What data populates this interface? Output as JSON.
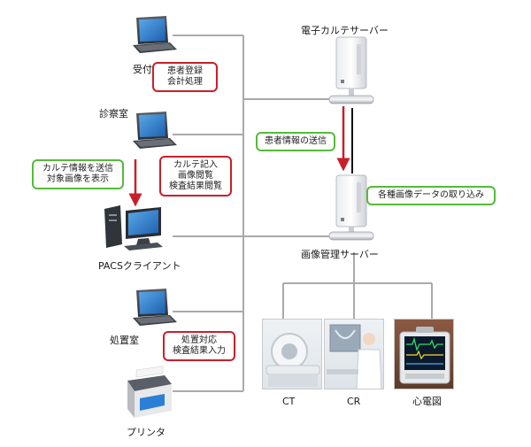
{
  "devices": {
    "reception": "受付",
    "exam_room": "診察室",
    "pacs_client": "PACSクライアント",
    "treatment_room": "処置室",
    "printer": "プリンタ"
  },
  "servers": {
    "emr_server": "電子カルテサーバー",
    "image_server": "画像管理サーバー"
  },
  "modalities": {
    "ct": "CT",
    "cr": "CR",
    "ecg": "心電図"
  },
  "callouts": {
    "reception": [
      "患者登録",
      "会計処理"
    ],
    "exam_room": [
      "カルテ記入",
      "画像閲覧",
      "検査結果閲覧"
    ],
    "client_action": [
      "カルテ情報を送信",
      "対象画像を表示"
    ],
    "treatment_room": [
      "処置対応",
      "検査結果入力"
    ],
    "patient_info": [
      "患者情報の送信"
    ],
    "image_import": [
      "各種画像データの取り込み"
    ]
  },
  "colors": {
    "network_line": "#aaaaaa",
    "red_accent": "#c8202a",
    "green_accent": "#55bb3a"
  }
}
